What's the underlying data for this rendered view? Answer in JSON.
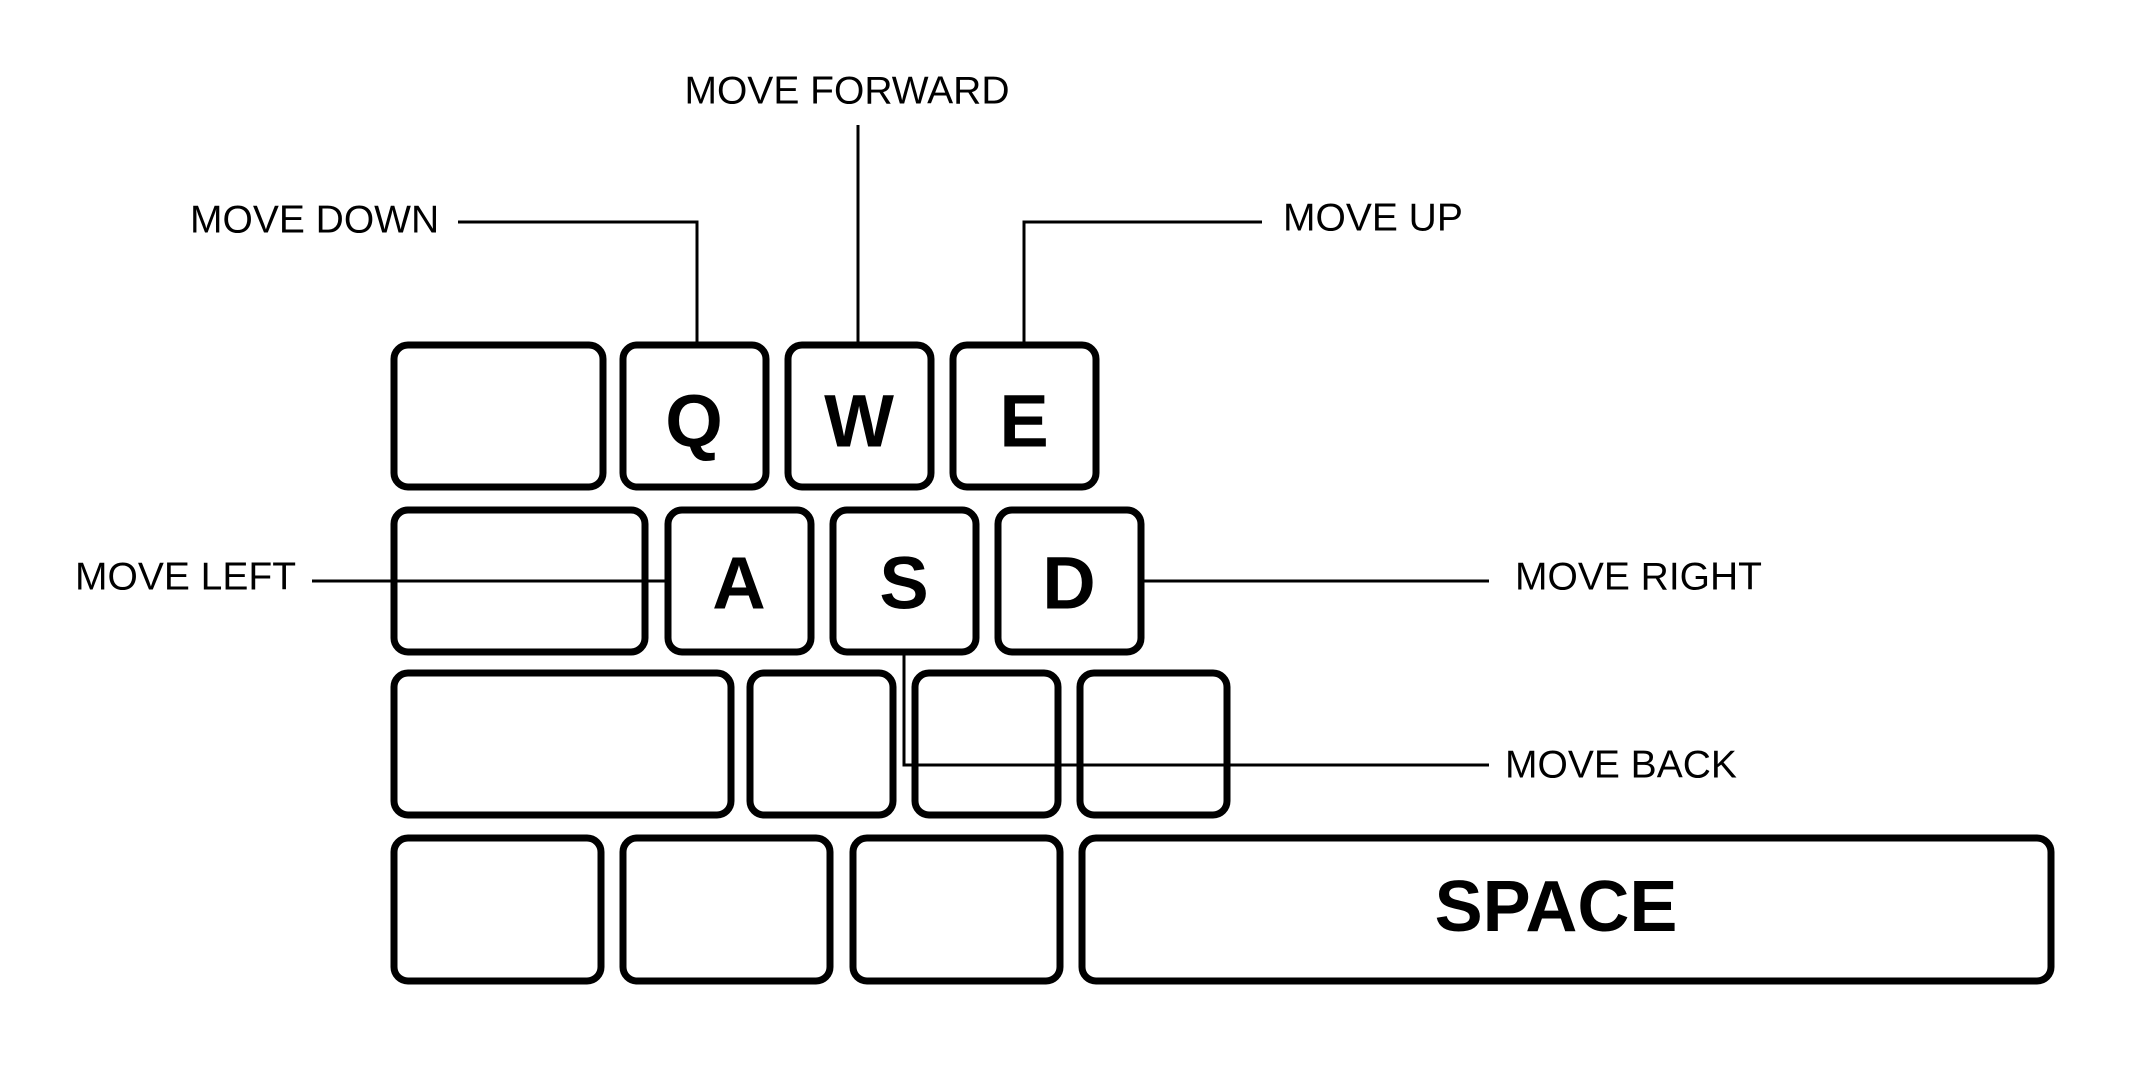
{
  "keys": {
    "q": "Q",
    "w": "W",
    "e": "E",
    "a": "A",
    "s": "S",
    "d": "D",
    "space": "SPACE"
  },
  "actions": {
    "move_forward": "MOVE FORWARD",
    "move_down": "MOVE DOWN",
    "move_up": "MOVE UP",
    "move_left": "MOVE LEFT",
    "move_right": "MOVE RIGHT",
    "move_back": "MOVE BACK"
  }
}
